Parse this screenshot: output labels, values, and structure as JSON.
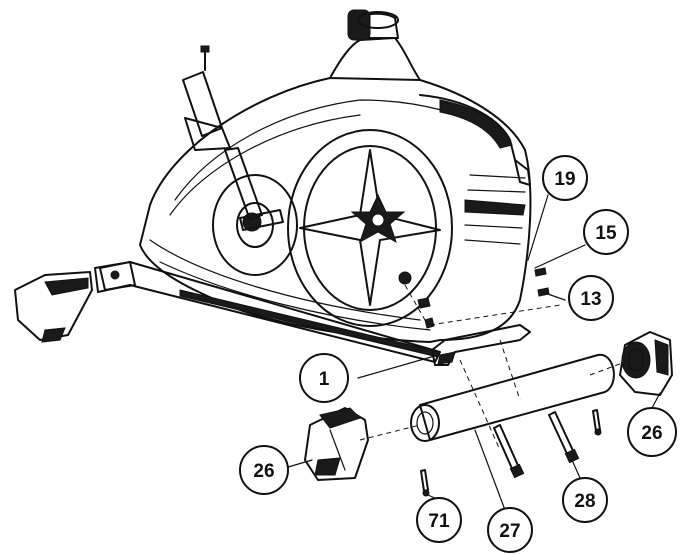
{
  "callouts": {
    "c19": "19",
    "c15": "15",
    "c13": "13",
    "c1": "1",
    "c26_right": "26",
    "c26_left": "26",
    "c71": "71",
    "c27": "27",
    "c28": "28"
  }
}
